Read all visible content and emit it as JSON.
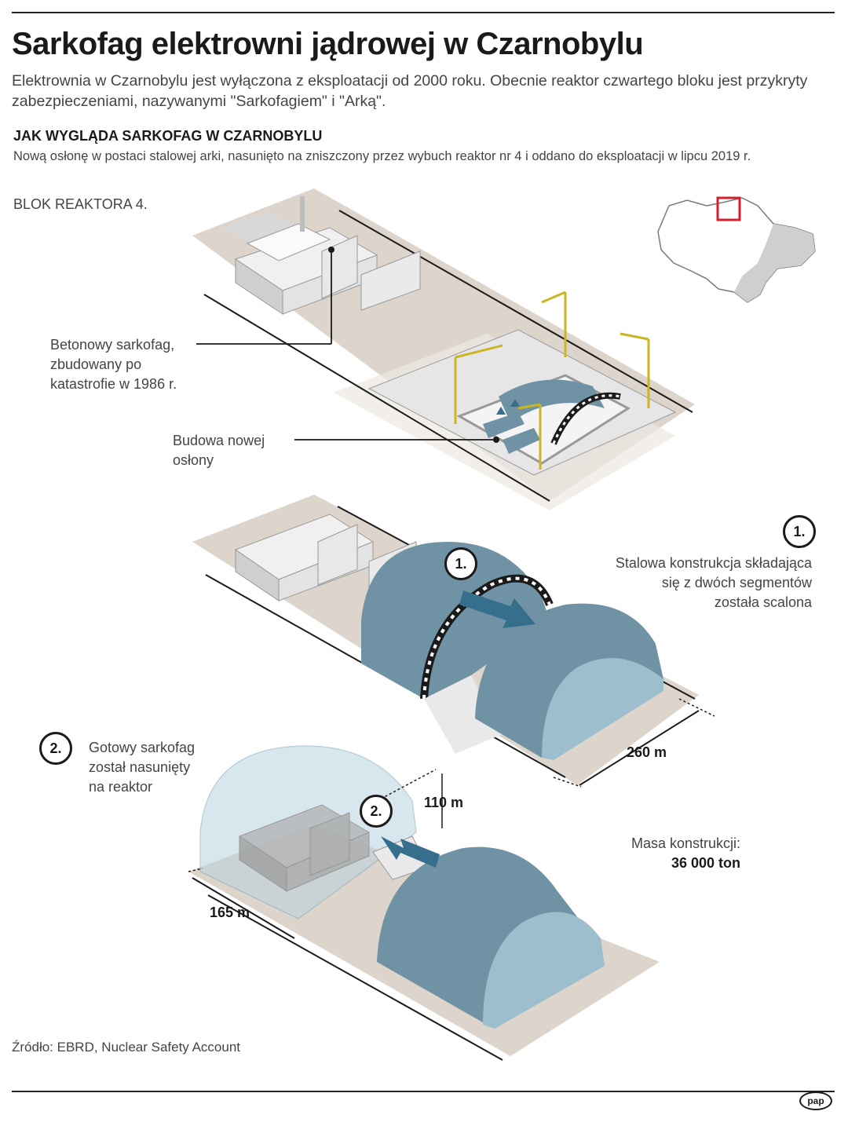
{
  "header": {
    "title": "Sarkofag elektrowni jądrowej w Czarnobylu",
    "intro": "Elektrownia w Czarnobylu jest wyłączona z eksploatacji od 2000 roku. Obecnie reaktor czwartego bloku jest przykryty zabezpieczeniami, nazywanymi \"Sarkofagiem\" i \"Arką\"."
  },
  "section": {
    "title": "JAK WYGLĄDA SARKOFAG W CZARNOBYLU",
    "description": "Nową osłonę w postaci stalowej arki, nasunięto na zniszczony przez wybuch reaktor nr 4 i oddano do eksploatacji w lipcu 2019 r."
  },
  "labels": {
    "block": "BLOK REAKTORA 4.",
    "concrete_line1": "Betonowy sarkofag,",
    "concrete_line2": "zbudowany po",
    "concrete_line3": "katastrofie w 1986 r.",
    "construction_line1": "Budowa nowej",
    "construction_line2": "osłony",
    "step1_number": "1.",
    "step1_line1": "Stalowa konstrukcja składająca",
    "step1_line2": "się z dwóch segmentów",
    "step1_line3": "została scalona",
    "step2_number": "2.",
    "step2_line1": "Gotowy sarkofag",
    "step2_line2": "został nasunięty",
    "step2_line3": "na reaktor",
    "length": "260 m",
    "height": "110 m",
    "width": "165 m",
    "mass_label": "Masa konstrukcji:",
    "mass_value": "36 000 ton"
  },
  "footer": {
    "source": "Źródło: EBRD, Nuclear Safety Account",
    "logo": "pap"
  },
  "colors": {
    "ground": "#ddd5cb",
    "arch_dark": "#6f93a4",
    "arch_light": "#9dbecd",
    "arrow": "#356f8c",
    "map_highlight": "#d4202c"
  }
}
